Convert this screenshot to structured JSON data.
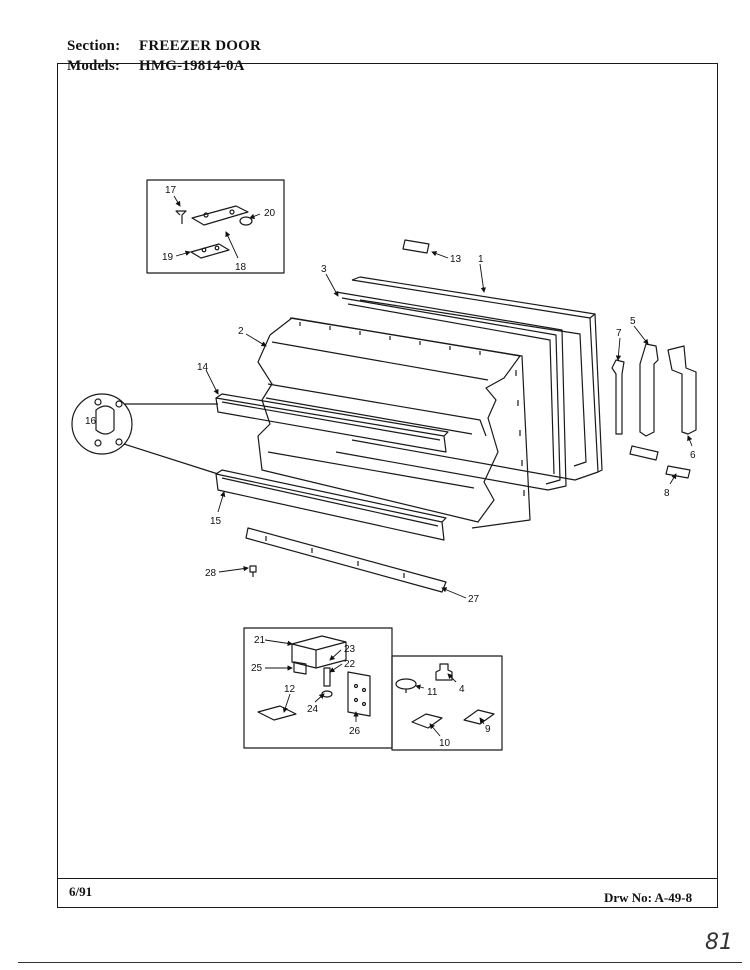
{
  "header": {
    "section_label": "Section:",
    "section_value": "FREEZER DOOR",
    "models_label": "Models:",
    "models_value": "HMG-19814-0A"
  },
  "footer": {
    "date": "6/91",
    "drawing_number": "Drw No: A-49-8"
  },
  "page_mark": "81",
  "callouts": {
    "c1": "1",
    "c2": "2",
    "c3": "3",
    "c4": "4",
    "c5": "5",
    "c6": "6",
    "c7": "7",
    "c8": "8",
    "c9": "9",
    "c10": "10",
    "c11": "11",
    "c12": "12",
    "c13": "13",
    "c14": "14",
    "c15": "15",
    "c16": "16",
    "c17": "17",
    "c18": "18",
    "c19": "19",
    "c20": "20",
    "c21": "21",
    "c22": "22",
    "c23": "23",
    "c24": "24",
    "c25": "25",
    "c26": "26",
    "c27": "27",
    "c28": "28"
  }
}
